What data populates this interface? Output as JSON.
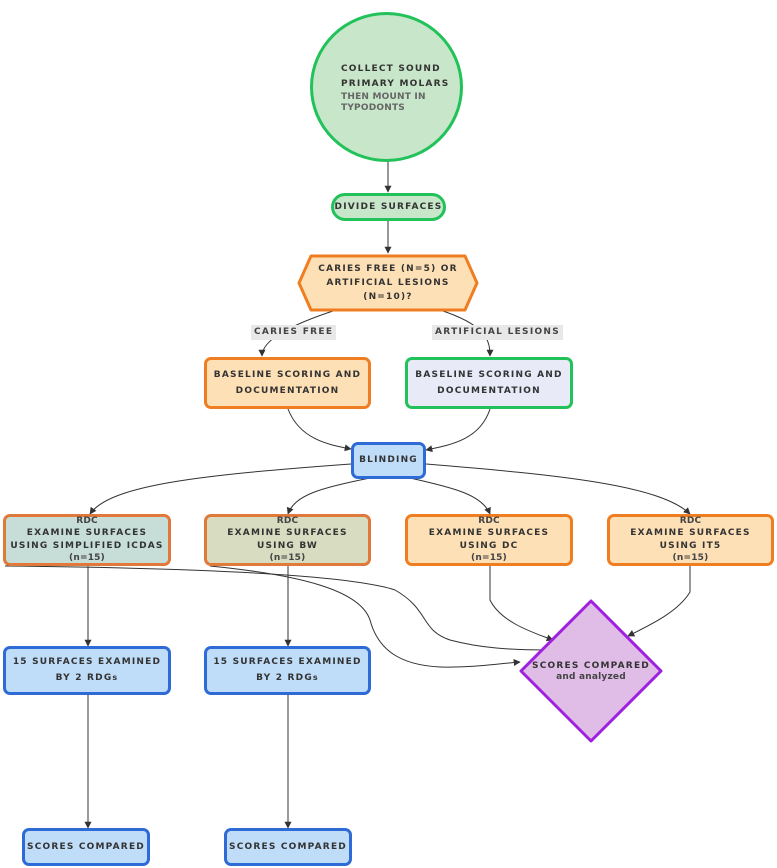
{
  "nodes": {
    "collect": {
      "line1": "COLLECT SOUND",
      "line2": "PRIMARY MOLARS",
      "line3": "THEN MOUNT IN",
      "line4": "TYPODONTS"
    },
    "divide": {
      "label": "DIVIDE SURFACES"
    },
    "decision": {
      "line1": "CARIES FREE (N=5) OR",
      "line2": "ARTIFICIAL LESIONS",
      "line3": "(N=10)?"
    },
    "baseline_left": {
      "line1": "BASELINE SCORING AND",
      "line2": "DOCUMENTATION"
    },
    "baseline_right": {
      "line1": "BASELINE SCORING AND",
      "line2": "DOCUMENTATION"
    },
    "blinding": {
      "label": "BLINDING"
    },
    "rdc_icdas": {
      "title": "RDC",
      "line1": "EXAMINE SURFACES",
      "line2": "USING SIMPLIFIED ICDAS",
      "count": "(n=15)"
    },
    "rdc_bw": {
      "title": "RDC",
      "line1": "EXAMINE SURFACES",
      "line2": "USING BW",
      "count": "(n=15)"
    },
    "rdc_dc": {
      "title": "RDC",
      "line1": "EXAMINE SURFACES",
      "line2": "USING DC",
      "count": "(n=15)"
    },
    "rdc_it5": {
      "title": "RDC",
      "line1": "EXAMINE SURFACES",
      "line2": "USING IT5",
      "count": "(n=15)"
    },
    "scores_analyzed": {
      "line1": "SCORES COMPARED",
      "line2": "and analyzed"
    },
    "examined_left": {
      "line1": "15 SURFACES EXAMINED",
      "line2": "BY 2 RDG",
      "line2_suffix": "s"
    },
    "examined_right": {
      "line1": "15 SURFACES EXAMINED",
      "line2": "BY 2 RDG",
      "line2_suffix": "s"
    },
    "scores_left": {
      "label": "SCORES COMPARED"
    },
    "scores_right": {
      "label": "SCORES COMPARED"
    }
  },
  "edge_labels": {
    "caries_free": "CARIES FREE",
    "artificial_lesions": "ARTIFICIAL LESIONS"
  },
  "colors": {
    "orange_border": "#ef7e22",
    "orange_fill": "#fde0b6",
    "green_border": "#22c25a",
    "green_fill": "#c8e6c9",
    "blue_border": "#2e6bd6",
    "blue_fill": "#bfdcf8",
    "lavender_fill": "#e8eaf8",
    "teal_fill": "#c6ddd8",
    "olive_fill": "#d8dcc0",
    "purple_border": "#a020e0",
    "purple_fill": "#e0bde6",
    "edge": "#333333"
  }
}
